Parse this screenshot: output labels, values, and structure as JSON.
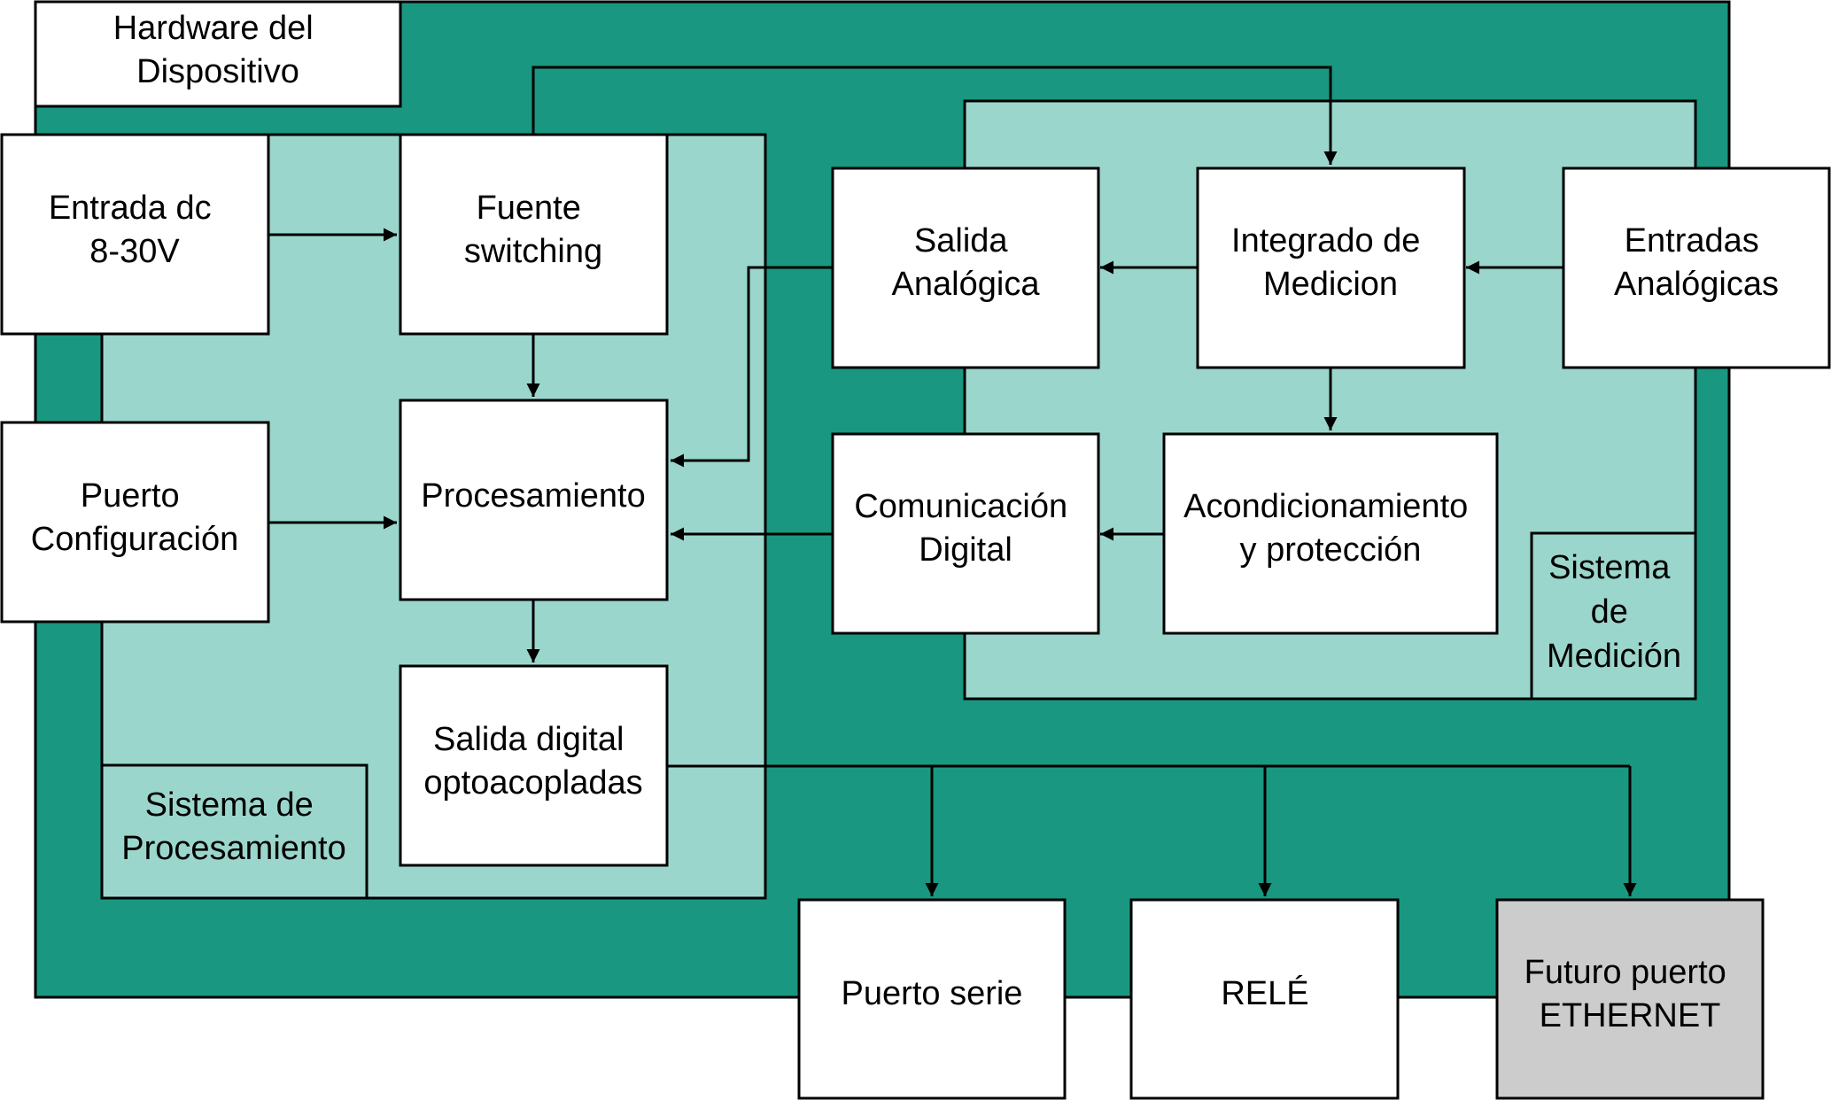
{
  "colors": {
    "outer_region": "#1a9780",
    "inner_region": "#9bd6cc",
    "box_fill": "#ffffff",
    "future_box_fill": "#cccccc",
    "stroke": "#000000"
  },
  "regions": {
    "hardware_title": [
      "Hardware del",
      "Dispositivo"
    ],
    "procesamiento_title": [
      "Sistema de",
      "Procesamiento"
    ],
    "medicion_title": [
      "Sistema",
      "de",
      "Medición"
    ]
  },
  "blocks": {
    "entrada_dc": [
      "Entrada dc",
      "8-30V"
    ],
    "fuente_switching": [
      "Fuente",
      "switching"
    ],
    "puerto_configuracion": [
      "Puerto",
      "Configuración"
    ],
    "procesamiento": [
      "Procesamiento"
    ],
    "salida_digital": [
      "Salida digital",
      "optoacopladas"
    ],
    "salida_analogica": [
      "Salida",
      "Analógica"
    ],
    "integrado_medicion": [
      "Integrado de",
      "Medicion"
    ],
    "entradas_analogicas": [
      "Entradas",
      "Analógicas"
    ],
    "comunicacion_digital": [
      "Comunicación",
      "Digital"
    ],
    "acondicionamiento": [
      "Acondicionamiento",
      "y protección"
    ],
    "puerto_serie": [
      "Puerto serie"
    ],
    "rele": [
      "RELÉ"
    ],
    "ethernet": [
      "Futuro puerto",
      "ETHERNET"
    ]
  }
}
